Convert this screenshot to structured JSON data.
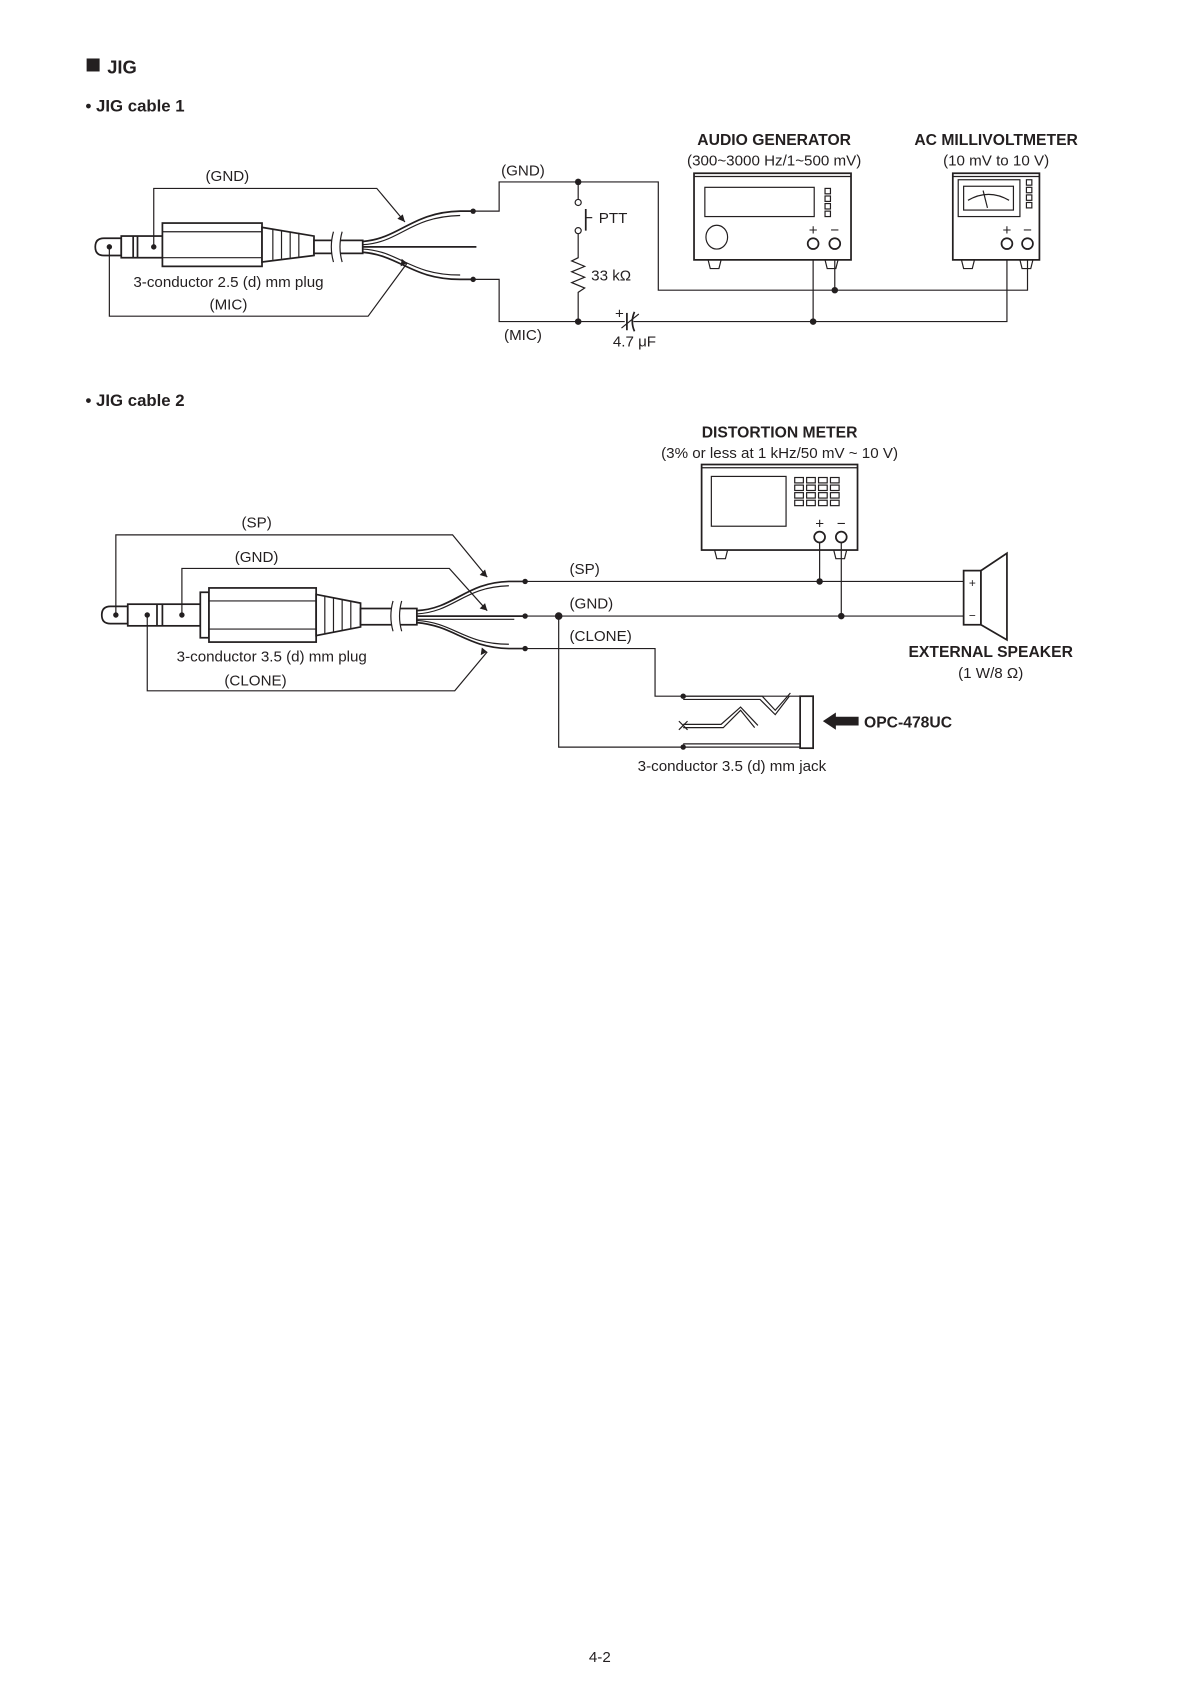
{
  "section_title": "JIG",
  "cable1": {
    "title": "• JIG cable 1",
    "plug_label": "3-conductor 2.5 (d) mm plug",
    "gnd_label": "(GND)",
    "mic_label": "(MIC)",
    "circuit_gnd": "(GND)",
    "circuit_mic": "(MIC)",
    "ptt": "PTT",
    "resistor": "33 kΩ",
    "capacitor": "4.7 μF",
    "cap_plus": "+",
    "audio_generator": {
      "title": "AUDIO GENERATOR",
      "spec": "(300~3000 Hz/1~500 mV)",
      "plus": "+",
      "minus": "−"
    },
    "millivoltmeter": {
      "title": "AC MILLIVOLTMETER",
      "spec": "(10 mV to 10 V)",
      "plus": "+",
      "minus": "−"
    }
  },
  "cable2": {
    "title": "• JIG cable 2",
    "plug_label": "3-conductor 3.5 (d) mm plug",
    "sp_label": "(SP)",
    "gnd_label": "(GND)",
    "clone_label": "(CLONE)",
    "line_sp": "(SP)",
    "line_gnd": "(GND)",
    "line_clone": "(CLONE)",
    "distortion_meter": {
      "title": "DISTORTION METER",
      "spec": "(3% or less at 1 kHz/50 mV ~ 10 V)",
      "plus": "+",
      "minus": "−"
    },
    "speaker": {
      "title": "EXTERNAL SPEAKER",
      "spec": "(1 W/8 Ω)",
      "plus": "+",
      "minus": "−"
    },
    "connector": "OPC-478UC",
    "jack_label": "3-conductor 3.5 (d) mm jack"
  },
  "page_number": "4-2"
}
